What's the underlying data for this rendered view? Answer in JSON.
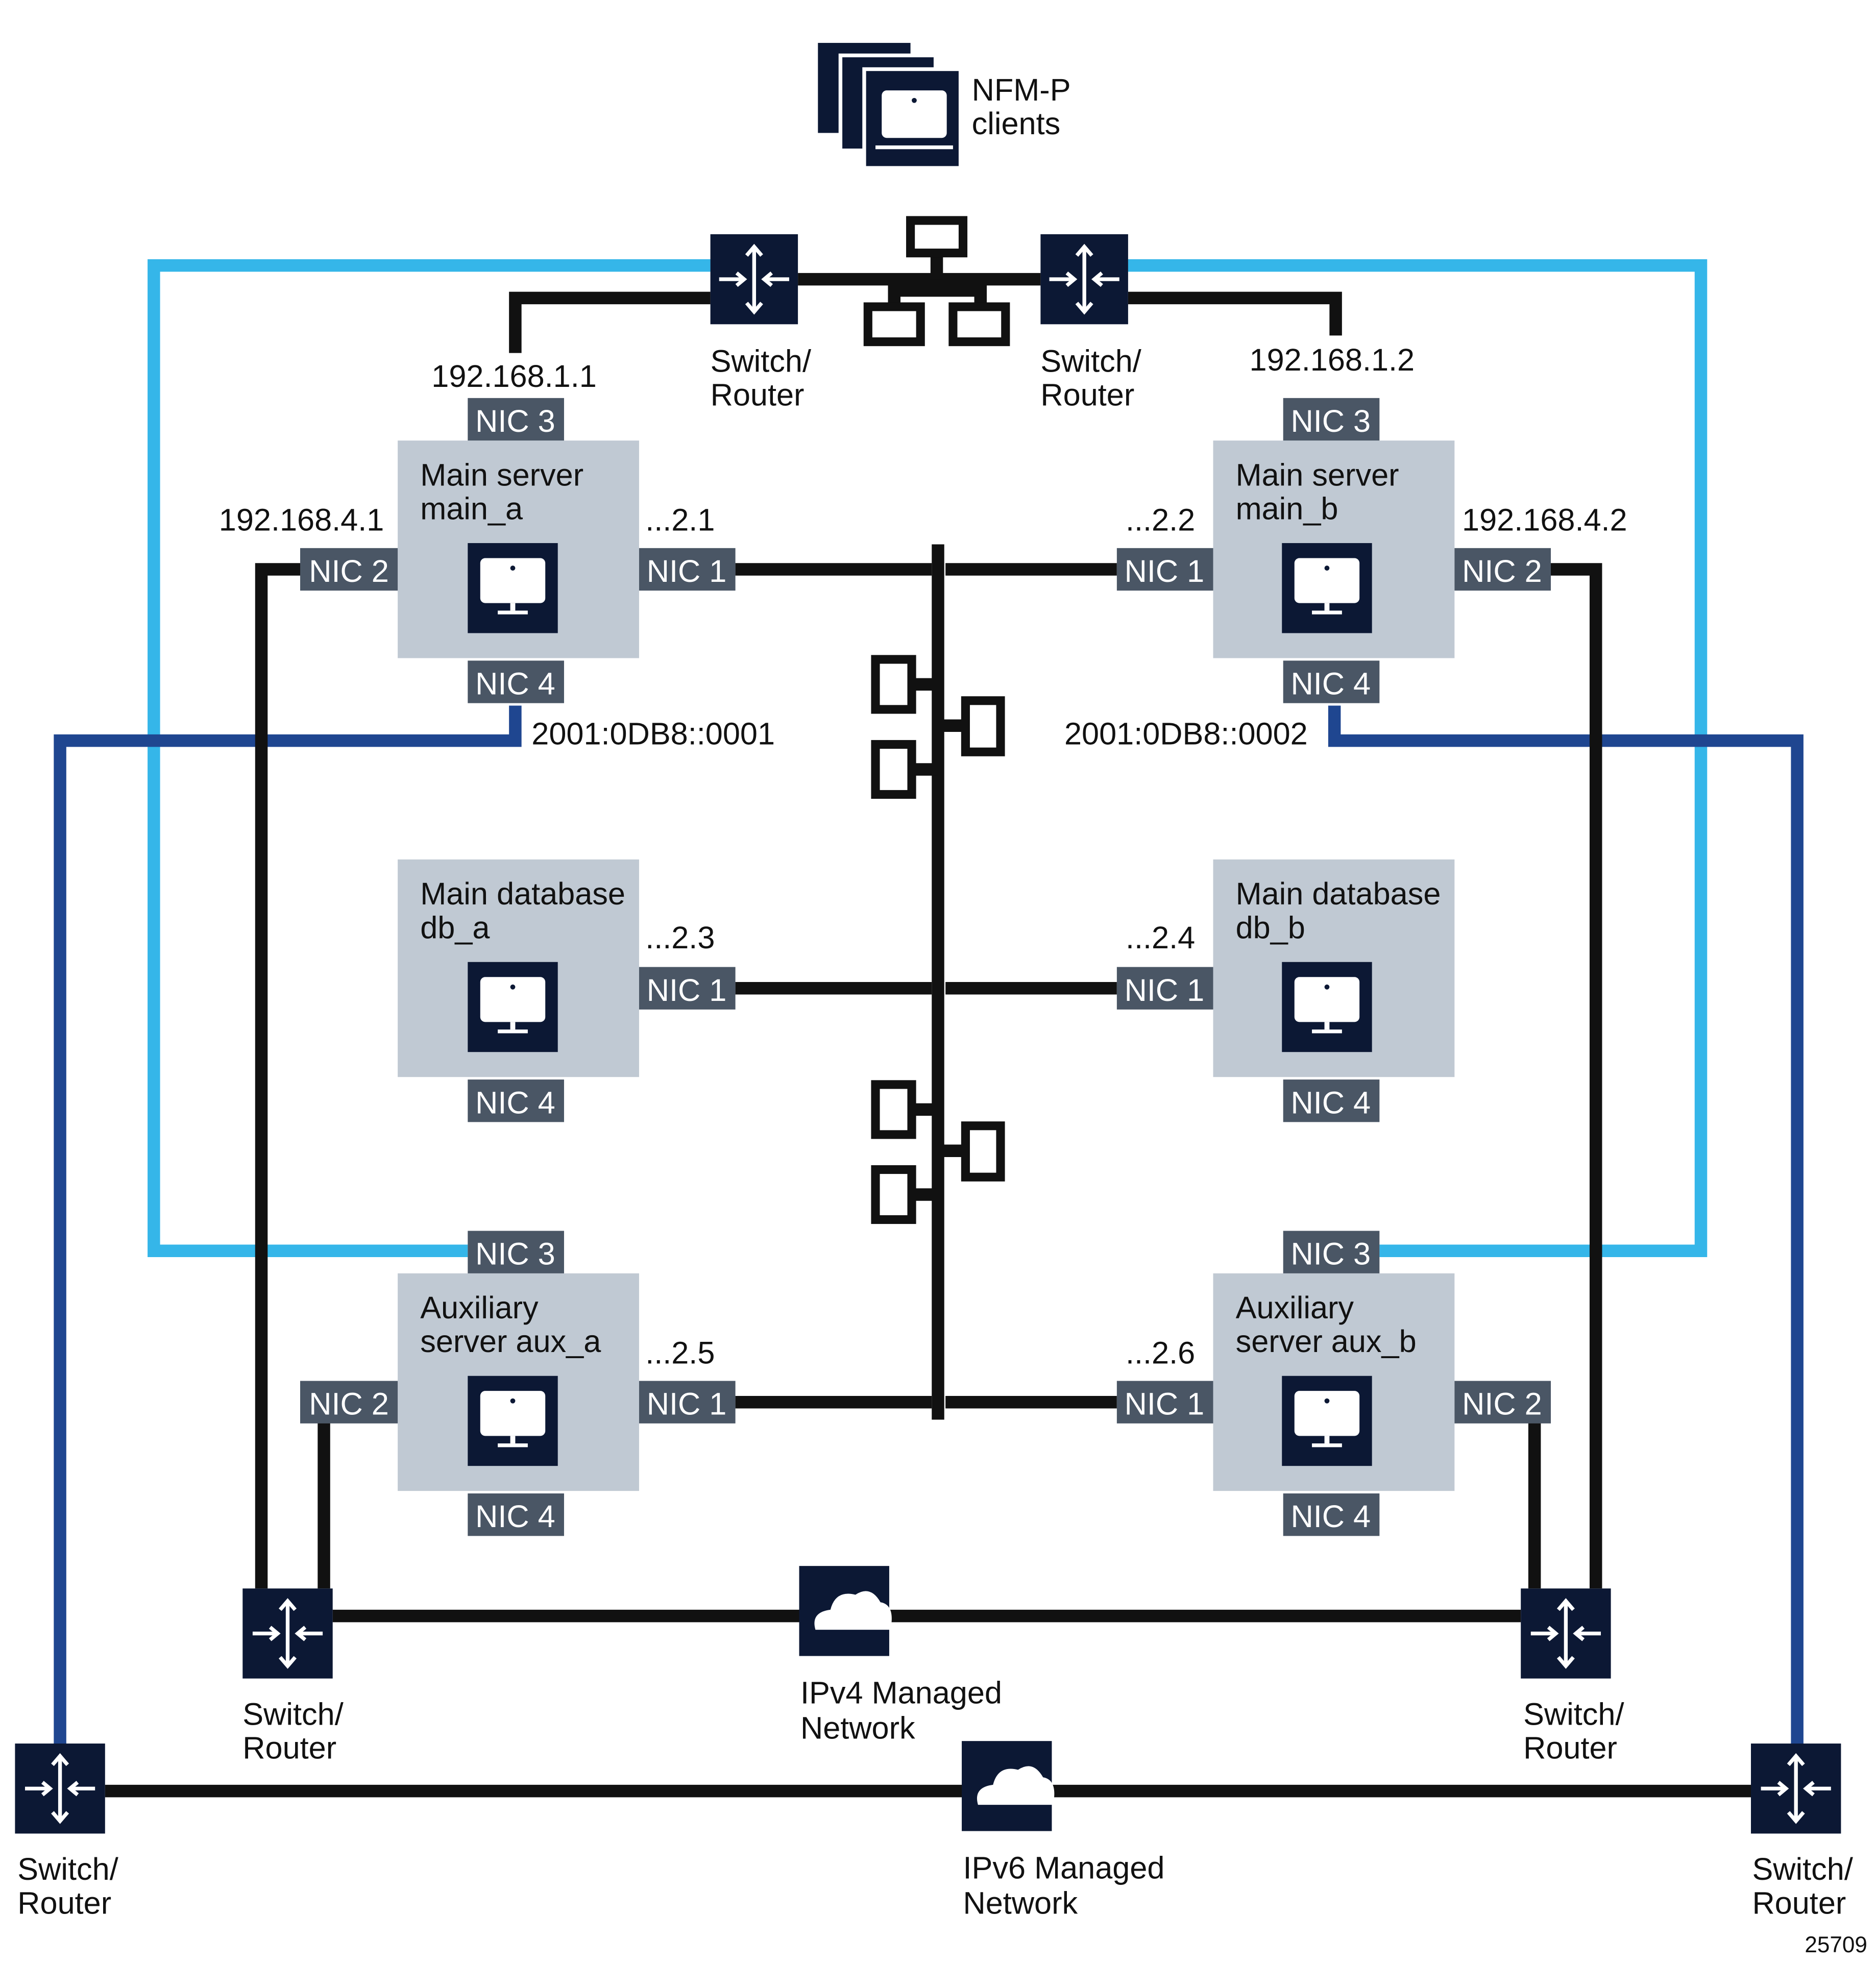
{
  "clients": {
    "line1": "NFM-P",
    "line2": "clients",
    "icon": "monitor-stack-icon"
  },
  "switch_label": {
    "line1": "Switch/",
    "line2": "Router"
  },
  "ip": {
    "main_a_nic3": "192.168.1.1",
    "main_b_nic3": "192.168.1.2",
    "main_a_nic2": "192.168.4.1",
    "main_b_nic2": "192.168.4.2",
    "main_a_nic1": "...2.1",
    "main_b_nic1": "...2.2",
    "db_a_nic1": "...2.3",
    "db_b_nic1": "...2.4",
    "aux_a_nic1": "...2.5",
    "aux_b_nic1": "...2.6",
    "main_a_nic4": "2001:0DB8::0001",
    "main_b_nic4": "2001:0DB8::0002"
  },
  "servers": {
    "main_a": {
      "line1": "Main server",
      "line2": "main_a"
    },
    "main_b": {
      "line1": "Main server",
      "line2": "main_b"
    },
    "db_a": {
      "line1": "Main database",
      "line2": "db_a"
    },
    "db_b": {
      "line1": "Main database",
      "line2": "db_b"
    },
    "aux_a": {
      "line1": "Auxiliary",
      "line2": "server aux_a"
    },
    "aux_b": {
      "line1": "Auxiliary",
      "line2": "server aux_b"
    }
  },
  "nic": {
    "n1": "NIC 1",
    "n2": "NIC 2",
    "n3": "NIC 3",
    "n4": "NIC 4"
  },
  "networks": {
    "ipv4": {
      "line1": "IPv4 Managed",
      "line2": "Network"
    },
    "ipv6": {
      "line1": "IPv6 Managed",
      "line2": "Network"
    }
  },
  "figure_number": "25709",
  "colors": {
    "ipv4_line": "#111111",
    "client_network_line": "#35b6e9",
    "ipv6_line": "#1f4690",
    "server_box": "#c0c9d3",
    "nic_box": "#4a5665",
    "icon_tile": "#0c1834"
  }
}
